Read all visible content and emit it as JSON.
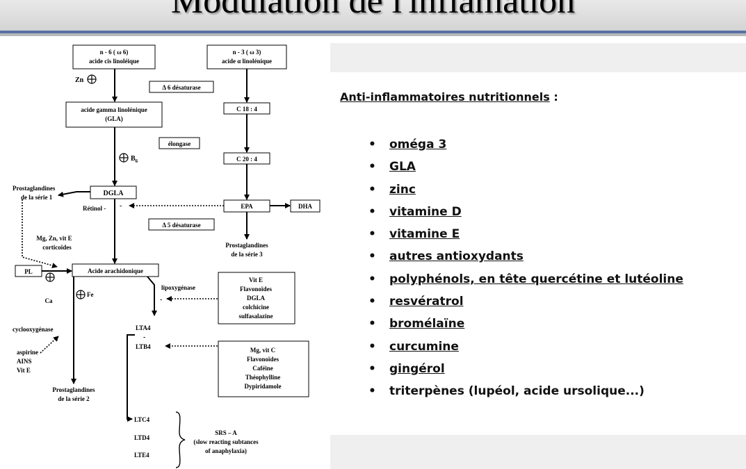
{
  "header": {
    "title": "Modulation de l'inflamation"
  },
  "diagram": {
    "omega6_line1": "n - 6 ( ω 6)",
    "omega6_line2": "acide cis linoléique",
    "omega3_line1": "n - 3 ( ω 3)",
    "omega3_line2": "acide α linolénique",
    "zn_label": "Zn",
    "delta6_label": "Δ 6 désaturase",
    "gla_line1": "acide gamma linolénique",
    "gla_line2": "(GLA)",
    "c184_label": "C 18 : 4",
    "elongase_label": "élongase",
    "b6_label": "B",
    "b6_sub": "6",
    "c204_label": "C 20 : 4",
    "pg1_line1": "Prostaglandines",
    "pg1_line2": "de la série 1",
    "dgla_label": "DGLA",
    "retinol_label": "Rétinol -",
    "minus1": "-",
    "epa_label": "EPA",
    "dha_label": "DHA",
    "delta5_label": "Δ 5 désaturase",
    "mg_line1": "Mg, Zn, vit E",
    "mg_line2": "corticoïdes",
    "pg3_line1": "Prostaglandines",
    "pg3_line2": "de la série 3",
    "pl_label": "PL",
    "arach_label": "Acide arachidonique",
    "ca_label": "Ca",
    "fe_label": "Fe",
    "lipox_label": "lipoxygénase",
    "minus2": "-",
    "inhib1": [
      "Vit E",
      "Flavonoïdes",
      "DGLA",
      "colchicine",
      "sulfasalazine"
    ],
    "cyclo_label": "cyclooxygénase",
    "minus3": "-",
    "aspirine_label": "aspirine",
    "ains_label": "AINS",
    "vite_label": "Vit E",
    "lta4_label": "LTA4",
    "minus4": "-",
    "ltb4_label": "LTB4",
    "inhib2": [
      "Mg, vit C",
      "Flavonoïdes",
      "Caféine",
      "Théophylline",
      "Dypiridamole"
    ],
    "pg2_line1": "Prostaglandines",
    "pg2_line2": "de la série 2",
    "ltc4_label": "LTC4",
    "ltd4_label": "LTD4",
    "lte4_label": "LTE4",
    "srs_line1": "SRS – A",
    "srs_line2": "(slow reacting subtances",
    "srs_line3": "of anaphylaxia)"
  },
  "nutrients": {
    "heading": "Anti-inflammatoires nutritionnels",
    "heading_suffix": " :",
    "bullet": "•",
    "items": [
      "oméga 3",
      "GLA",
      "zinc",
      "vitamine D",
      "vitamine E",
      "autres antioxydants",
      "polyphénols, en tête quercétine et lutéoline",
      "resvératrol",
      "bromélaïne",
      "curcumine",
      "gingérol",
      "triterpènes (lupéol, acide ursolique...)"
    ]
  }
}
